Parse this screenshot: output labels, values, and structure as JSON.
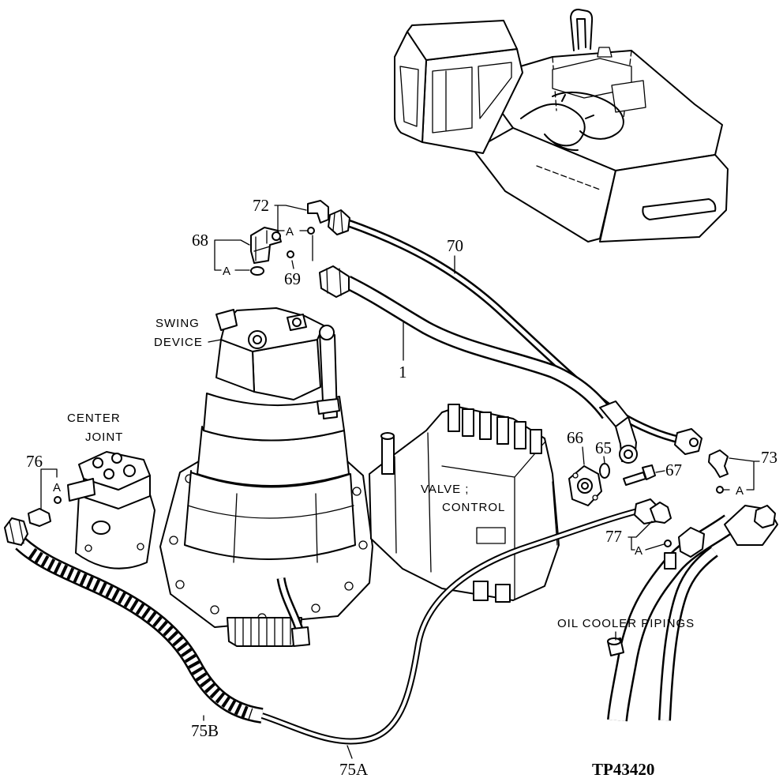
{
  "diagram": {
    "figure_id": "TP43420",
    "components": {
      "swing_device": {
        "line1": "SWING",
        "line2": "DEVICE"
      },
      "center_joint": {
        "line1": "CENTER",
        "line2": "JOINT"
      },
      "control_valve": {
        "line1": "VALVE ;",
        "line2": "CONTROL"
      },
      "oil_cooler_pipings": "OIL COOLER PIPINGS"
    },
    "callouts": {
      "p72": "72",
      "p68": "68",
      "p69": "69",
      "p70": "70",
      "p1": "1",
      "p76": "76",
      "p66": "66",
      "p65": "65",
      "p67": "67",
      "p73": "73",
      "p77": "77",
      "p75b": "75B",
      "p75a": "75A"
    },
    "kit_marks": {
      "k72": "A",
      "k68": "A",
      "k76": "A",
      "k73": "A",
      "k77": "A"
    }
  }
}
